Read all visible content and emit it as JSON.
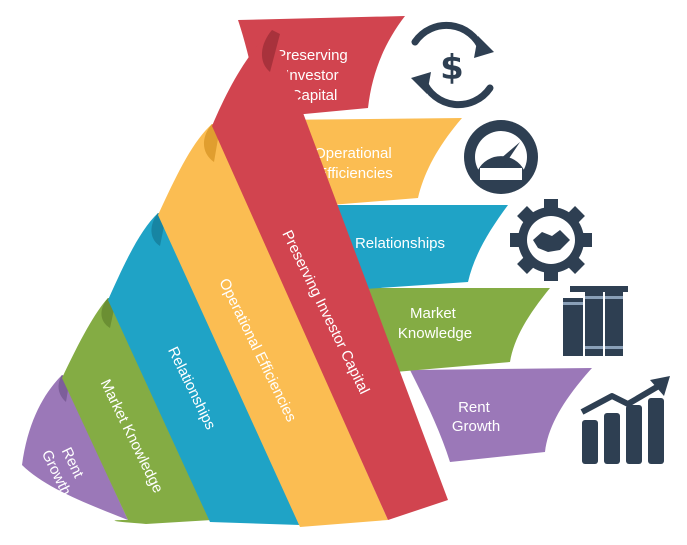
{
  "layers": [
    {
      "id": "rent",
      "label": "Rent Growth",
      "color": "#9b78b8",
      "shade": "#7d5e9a",
      "flag_label_lines": [
        "Rent",
        "Growth"
      ],
      "band_label_lines": [
        "Rent",
        "Growth"
      ],
      "icon": "growth-bar-chart-icon"
    },
    {
      "id": "market",
      "label": "Market Knowledge",
      "color": "#84ac44",
      "shade": "#6b8f33",
      "flag_label_lines": [
        "Market",
        "Knowledge"
      ],
      "band_label_lines": [
        "Market Knowledge"
      ],
      "icon": "books-icon"
    },
    {
      "id": "relationships",
      "label": "Relationships",
      "color": "#1fa3c6",
      "shade": "#1785a3",
      "flag_label_lines": [
        "Relationships"
      ],
      "band_label_lines": [
        "Relationships"
      ],
      "icon": "handshake-gear-icon"
    },
    {
      "id": "operational",
      "label": "Operational Efficiencies",
      "color": "#fbbd52",
      "shade": "#e09e2f",
      "flag_label_lines": [
        "Operational",
        "Efficiencies"
      ],
      "band_label_lines": [
        "Operational Efficiencies"
      ],
      "icon": "speedometer-icon"
    },
    {
      "id": "capital",
      "label": "Preserving Investor Capital",
      "color": "#d1444f",
      "shade": "#a8323c",
      "flag_label_lines": [
        "Preserving",
        "Investor",
        "Capital"
      ],
      "band_label_lines": [
        "Preserving Investor Capital"
      ],
      "icon": "dollar-cycle-icon"
    }
  ],
  "icon_color": "#2e3f52"
}
